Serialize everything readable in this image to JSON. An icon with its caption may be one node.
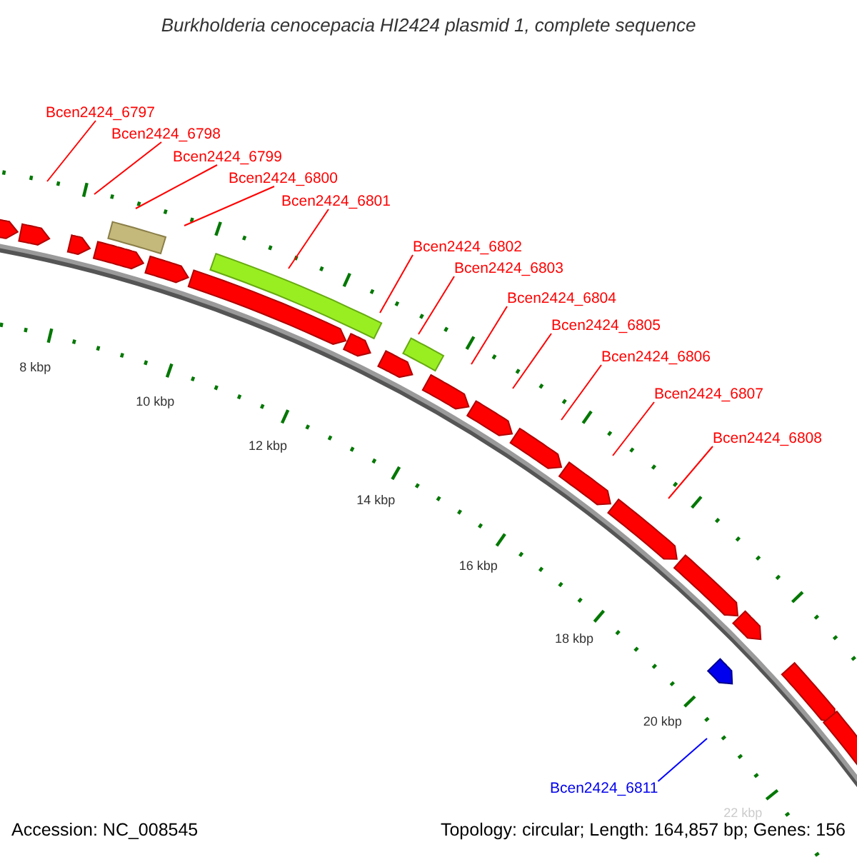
{
  "diagram": {
    "title": "Burkholderia cenocepacia HI2424 plasmid 1, complete sequence",
    "nodes": [
      {
        "text": [
          "Bcen2424_6797"
        ]
      },
      {
        "text": [
          "Bcen2424_6798"
        ]
      },
      {
        "text": [
          "Bcen2424_6799"
        ]
      },
      {
        "text": [
          "Bcen2424_6800"
        ]
      },
      {
        "text": [
          "Bcen2424_6801"
        ]
      },
      {
        "text": [
          "Bcen2424_6802"
        ]
      },
      {
        "text": [
          "Bcen2424_6803"
        ]
      },
      {
        "text": [
          "Bcen2424_6804"
        ]
      },
      {
        "text": [
          "Bcen2424_6805"
        ]
      },
      {
        "text": [
          "Bcen2424_6806"
        ]
      },
      {
        "text": [
          "Bcen2424_6807"
        ]
      },
      {
        "text": [
          "Bcen2424_6808"
        ]
      },
      {
        "text": [
          "Bcen2424_6811"
        ]
      }
    ],
    "edges": [
      {
        "from": 0,
        "to": null,
        "arrow": "none"
      },
      {
        "from": 1,
        "to": null,
        "arrow": "none"
      },
      {
        "from": 2,
        "to": null,
        "arrow": "none"
      },
      {
        "from": 3,
        "to": null,
        "arrow": "none"
      },
      {
        "from": 4,
        "to": null,
        "arrow": "none"
      },
      {
        "from": 5,
        "to": null,
        "arrow": "none"
      },
      {
        "from": 6,
        "to": null,
        "arrow": "none"
      },
      {
        "from": 7,
        "to": null,
        "arrow": "none"
      },
      {
        "from": 8,
        "to": null,
        "arrow": "none"
      },
      {
        "from": 9,
        "to": null,
        "arrow": "none"
      },
      {
        "from": 10,
        "to": null,
        "arrow": "none"
      },
      {
        "from": 11,
        "to": null,
        "arrow": "none"
      },
      {
        "from": 12,
        "to": null,
        "arrow": "none",
        "color": "#0000ff"
      }
    ],
    "labels": [
      "8 kbp",
      "10 kbp",
      "12 kbp",
      "14 kbp",
      "16 kbp",
      "18 kbp",
      "20 kbp",
      "22 kbp",
      "Accession: NC_008545",
      "Topology: circular; Length: 164,857 bp; Genes: 156"
    ]
  }
}
